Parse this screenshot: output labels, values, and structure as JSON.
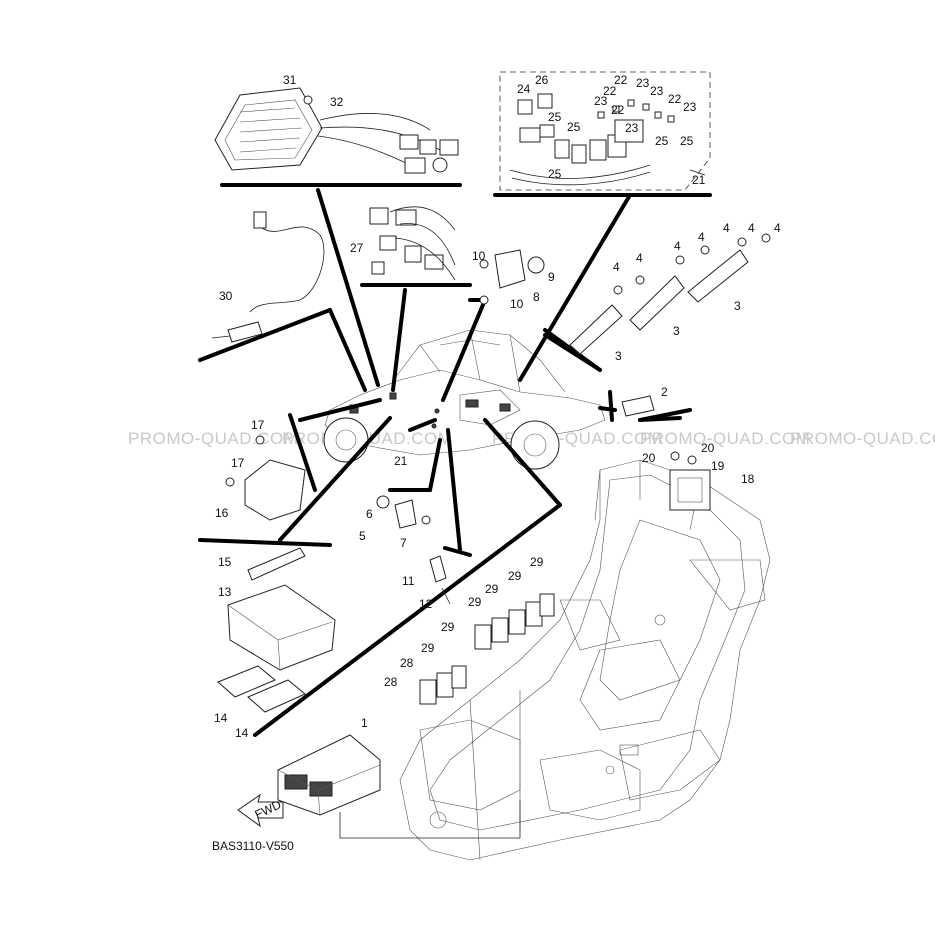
{
  "diagram": {
    "code": "BAS3110-V550",
    "watermark": "PROMO-QUAD.COM",
    "fwd_label": "FWD",
    "callouts": [
      "31",
      "32",
      "24",
      "26",
      "22",
      "23",
      "22",
      "23",
      "22",
      "23",
      "23",
      "22",
      "25",
      "25",
      "23",
      "25",
      "25",
      "21",
      "27",
      "10",
      "9",
      "8",
      "10",
      "4",
      "4",
      "4",
      "4",
      "4",
      "4",
      "4",
      "30",
      "3",
      "3",
      "3",
      "2",
      "17",
      "17",
      "16",
      "21",
      "20",
      "20",
      "19",
      "18",
      "6",
      "5",
      "7",
      "15",
      "11",
      "12",
      "13",
      "29",
      "29",
      "29",
      "29",
      "29",
      "14",
      "14",
      "28",
      "28",
      "29",
      "1"
    ]
  }
}
